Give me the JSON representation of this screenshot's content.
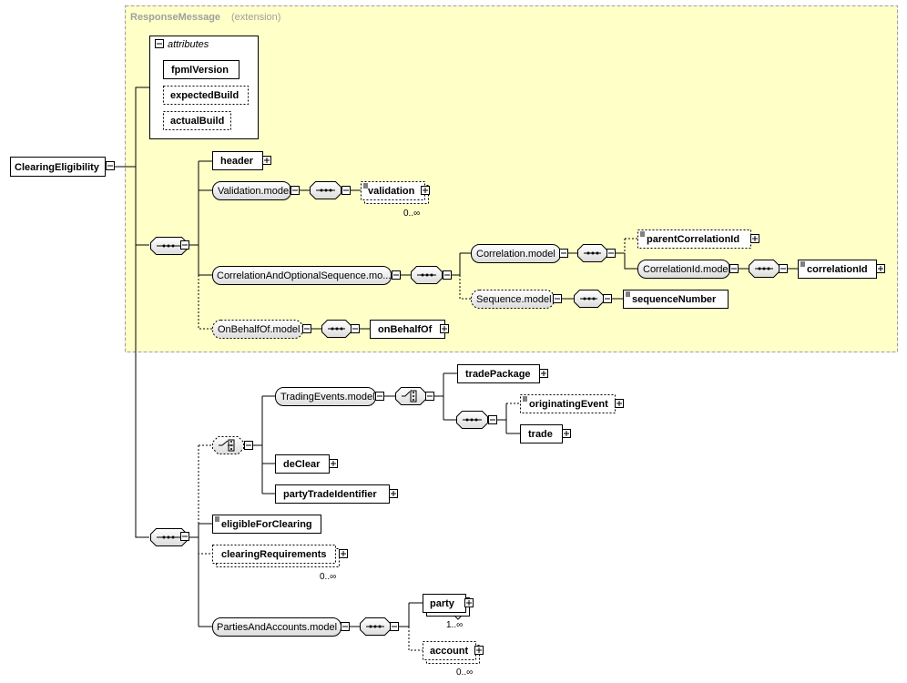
{
  "extension": {
    "name": "ResponseMessage",
    "suffix": "(extension)"
  },
  "attributes": {
    "title": "attributes",
    "items": [
      "fpmlVersion",
      "expectedBuild",
      "actualBuild"
    ]
  },
  "root": "ClearingEligibility",
  "nodes": {
    "header": "header",
    "validation_model": "Validation.model",
    "validation": "validation",
    "validation_occ": "0..∞",
    "correlation_seq_model": "CorrelationAndOptionalSequence.mo...",
    "correlation_model": "Correlation.model",
    "parent_correlation_id": "parentCorrelationId",
    "correlation_id_model": "CorrelationId.model",
    "correlation_id": "correlationId",
    "sequence_model": "Sequence.model",
    "sequence_number": "sequenceNumber",
    "on_behalf_of_model": "OnBehalfOf.model",
    "on_behalf_of": "onBehalfOf",
    "trading_events_model": "TradingEvents.model",
    "trade_package": "tradePackage",
    "originating_event": "originatingEvent",
    "trade": "trade",
    "de_clear": "deClear",
    "party_trade_identifier": "partyTradeIdentifier",
    "eligible_for_clearing": "eligibleForClearing",
    "clearing_requirements": "clearingRequirements",
    "clearing_requirements_occ": "0..∞",
    "parties_accounts_model": "PartiesAndAccounts.model",
    "party": "party",
    "party_occ": "1..∞",
    "account": "account",
    "account_occ": "0..∞"
  },
  "colors": {
    "extension_fill": "#ffffc8",
    "extension_border": "#a0a0a0",
    "box_border": "#000000"
  }
}
